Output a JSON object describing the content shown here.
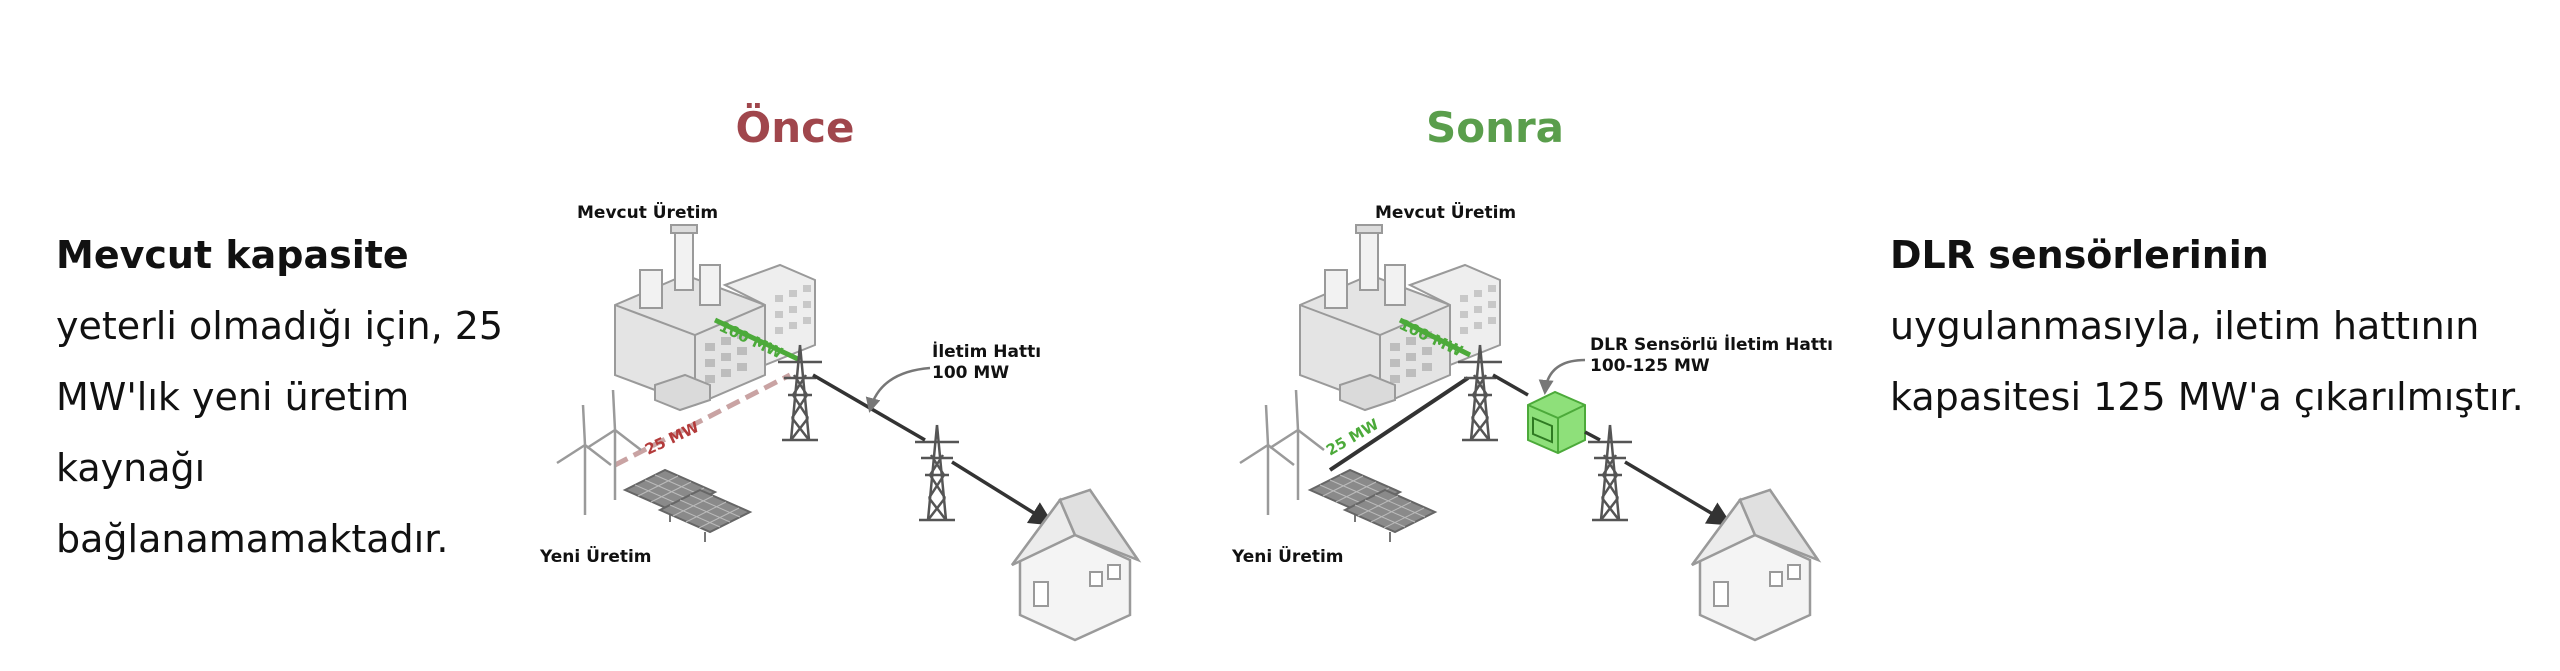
{
  "colors": {
    "before": "#a0464c",
    "after": "#5a9e4c",
    "line_ok": "#4caa3a",
    "line_bad": "#b33a3a",
    "sensor": "#8ee07a"
  },
  "left_text": {
    "bold": "Mevcut kapasite",
    "rest": " yeterli olmadığı için, 25 MW'lık yeni üretim kaynağı bağlanamamaktadır."
  },
  "right_text": {
    "bold": "DLR sensörlerinin",
    "rest": " uygulanmasıyla, iletim hattının kapasitesi 125 MW'a çıkarılmıştır."
  },
  "before": {
    "title": "Önce",
    "existing_label": "Mevcut Üretim",
    "existing_mw": "100 MW",
    "new_mw": "25 MW",
    "new_label": "Yeni Üretim",
    "line_label_1": "İletim Hattı",
    "line_label_2": "100 MW"
  },
  "after": {
    "title": "Sonra",
    "existing_label": "Mevcut Üretim",
    "existing_mw": "100 MW",
    "new_mw": "25 MW",
    "new_label": "Yeni Üretim",
    "line_label_1": "DLR Sensörlü İletim Hattı",
    "line_label_2": "100-125 MW"
  }
}
